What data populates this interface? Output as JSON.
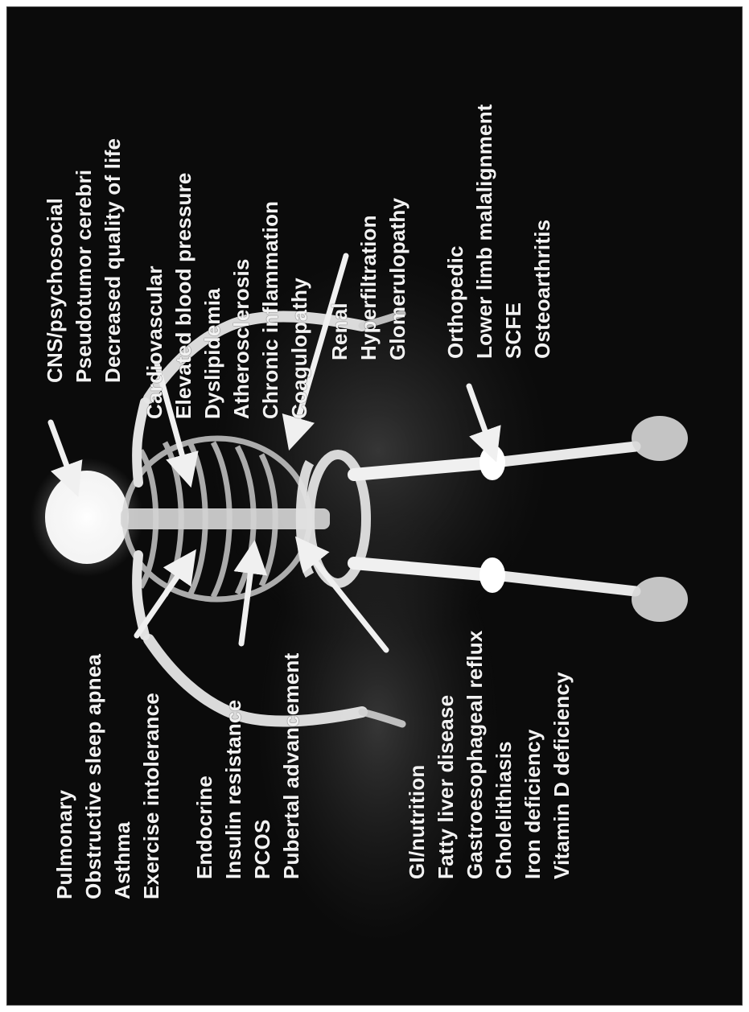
{
  "groups": {
    "pulmonary": [
      "Pulmonary",
      "Obstructive sleep apnea",
      "Asthma",
      "Exercise intolerance"
    ],
    "endocrine": [
      "Endocrine",
      "Insulin resistance",
      "PCOS",
      "Pubertal advancement"
    ],
    "gi": [
      "GI/nutrition",
      "Fatty liver disease",
      "Gastroesophageal reflux",
      "Cholelithiasis",
      "Iron deficiency",
      "Vitamin D deficiency"
    ],
    "cns": [
      "CNS/psychosocial",
      "Pseudotumor cerebri",
      "Decreased quality of life"
    ],
    "cardio": [
      "Cardiovascular",
      "Elevated blood pressure",
      "Dyslipidemia",
      "Atherosclerosis",
      "Chronic inflammation",
      "Coagulopathy"
    ],
    "renal": [
      "Renal",
      "Hyperfiltration",
      "Glomerulopathy"
    ],
    "ortho": [
      "Orthopedic",
      "Lower limb malalignment",
      "SCFE",
      "Osteoarthritis"
    ]
  },
  "colors": {
    "background": "#0b0b0b",
    "text": "#f2f2f2",
    "arrow": "#f0f0f0",
    "skeleton": "#e8e8e8"
  }
}
